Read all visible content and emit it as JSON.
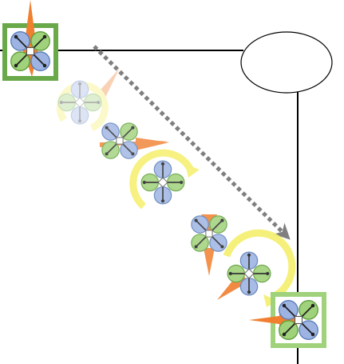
{
  "diagram": {
    "colors": {
      "line": "#000000",
      "arrow": "#7f7f7f",
      "rotation": "#f5ef6b",
      "thrust": "#f07f2f",
      "rotor_blue": "#9db4e3",
      "rotor_green": "#9fd27a",
      "rotor_edge": "#5b7db8",
      "rotor_green_edge": "#5f9e3a",
      "frame": "#6aa94a",
      "hub": "#ffffff"
    },
    "poses": [
      {
        "tilt_deg": 0,
        "faded": false,
        "highlighted": true,
        "thrust": "up"
      },
      {
        "tilt_deg": 45,
        "faded": true,
        "highlighted": false,
        "thrust": "up-right",
        "rotation": "ccw"
      },
      {
        "tilt_deg": 90,
        "faded": false,
        "highlighted": false,
        "thrust": "right-left"
      },
      {
        "tilt_deg": 135,
        "faded": false,
        "highlighted": false,
        "thrust": "none",
        "rotation": "cw"
      },
      {
        "tilt_deg": 180,
        "faded": false,
        "highlighted": false,
        "thrust": "vertical"
      },
      {
        "tilt_deg": 225,
        "faded": false,
        "highlighted": false,
        "thrust": "down-left",
        "rotation": "cw"
      },
      {
        "tilt_deg": 270,
        "faded": false,
        "highlighted": true,
        "thrust": "left"
      }
    ]
  }
}
